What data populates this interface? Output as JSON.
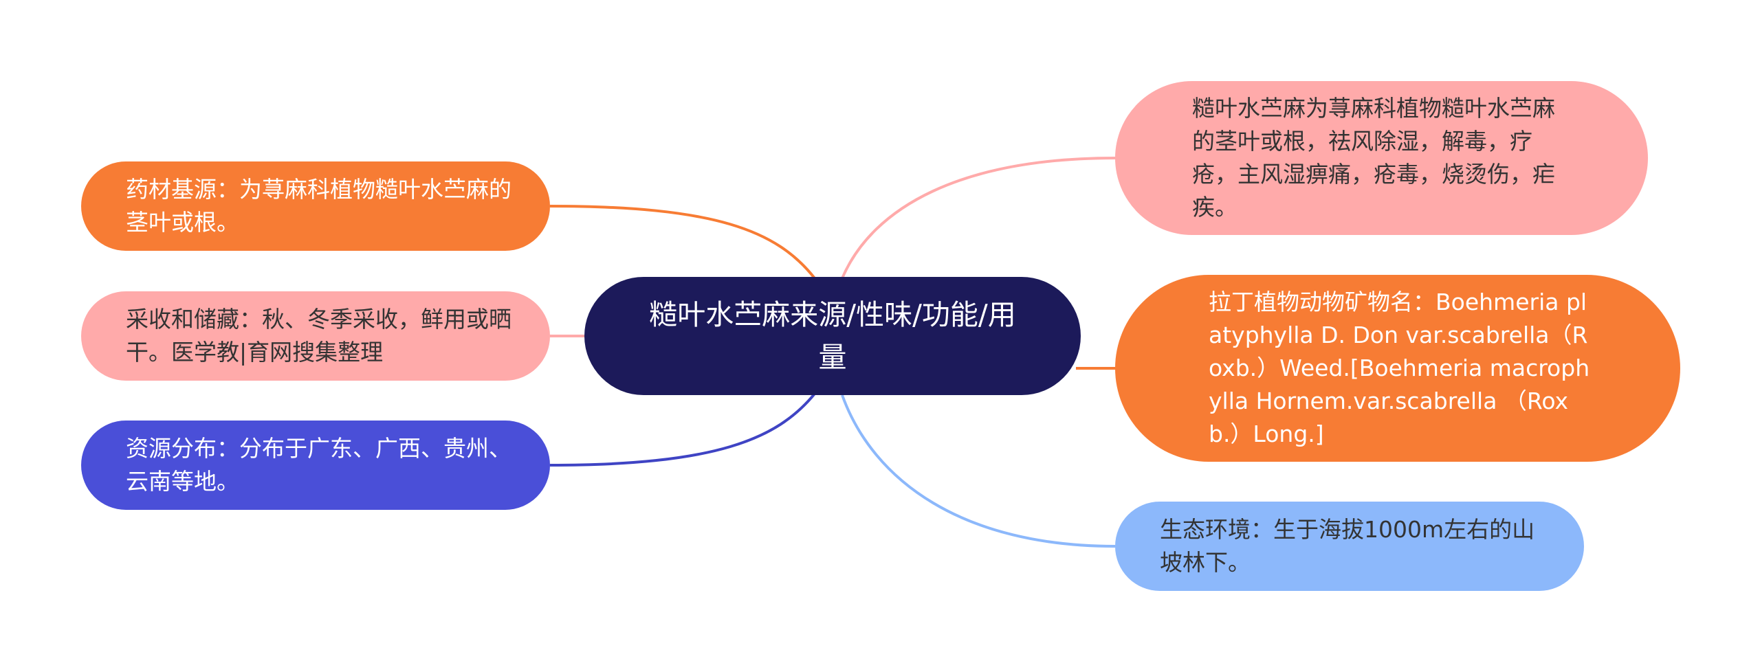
{
  "colors": {
    "center": "#1c1a5a",
    "orange": "#f77c34",
    "pink": "#ffaaaa",
    "indigo": "#4a4fd8",
    "light_blue": "#8cb8fb",
    "connector_orange": "#f77c34",
    "connector_pink": "#ffaaaa",
    "connector_indigo": "#3f44c4",
    "connector_blue": "#8cb8fb"
  },
  "mindmap": {
    "center": {
      "text": "糙叶水苎麻来源/性味/功能/用量"
    },
    "left": [
      {
        "key": "material",
        "text": "药材基源：为荨麻科植物糙叶水苎麻的茎叶或根。",
        "color": "#f77c34"
      },
      {
        "key": "harvest",
        "text": "采收和储藏：秋、冬季采收，鲜用或晒干。医学教|育网搜集整理",
        "color": "#ffaaaa"
      },
      {
        "key": "distribution",
        "text": "资源分布：分布于广东、广西、贵州、云南等地。",
        "color": "#4a4fd8"
      }
    ],
    "right": [
      {
        "key": "description",
        "text": "糙叶水苎麻为荨麻科植物糙叶水苎麻的茎叶或根，祛风除湿，解毒，疗疮，主风湿痹痛，疮毒，烧烫伤，疟疾。",
        "color": "#ffaaaa"
      },
      {
        "key": "latin",
        "text": "拉丁植物动物矿物名：Boehmeria platyphylla D. Don var.scabrella（Roxb.）Weed.[Boehmeria macrophylla Hornem.var.scabrella （Roxb.）Long.]",
        "color": "#f77c34"
      },
      {
        "key": "ecology",
        "text": "生态环境：生于海拔1000m左右的山坡林下。",
        "color": "#8cb8fb"
      }
    ]
  }
}
